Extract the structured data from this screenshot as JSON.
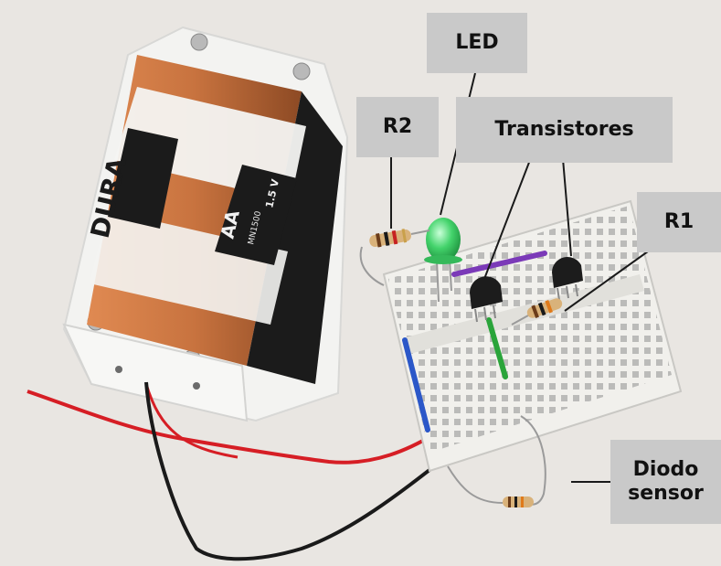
{
  "labels": {
    "led": "LED",
    "r2": "R2",
    "transistores": "Transistores",
    "r1": "R1",
    "diodo_line1": "Diodo",
    "diodo_line2": "sensor"
  },
  "battery": {
    "cell_type": "AA",
    "voltage": "1.5 V",
    "model": "MN1500",
    "brand_partial": "DURA"
  },
  "colors": {
    "background": "#e9e6e2",
    "label_bg": "#c9c9c9",
    "battery_copper": "#c8733f",
    "battery_black": "#1b1b1b",
    "holder_white": "#f3f3f1",
    "breadboard": "#f1f0ec",
    "wire_red": "#d61e25",
    "wire_black": "#1a1a1a",
    "jumper_blue": "#2b57c8",
    "jumper_purple": "#7b3ab8",
    "jumper_green": "#2aa43a",
    "led_green": "#43d36b"
  }
}
